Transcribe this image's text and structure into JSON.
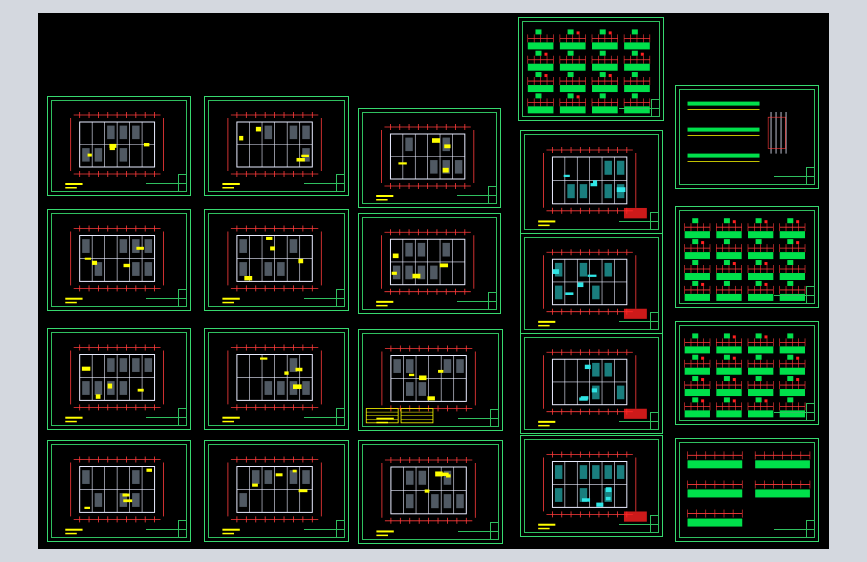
{
  "window": {
    "background": "#d4d8df",
    "canvas_background": "#000000"
  },
  "colors": {
    "frame": "#37d96f",
    "wall": "#e9ecff",
    "dimension": "#ff3b3b",
    "room_fill": "#9fb1c6",
    "highlight": "#ffff00",
    "pipe": "#00e04b",
    "cyan": "#2fe6e6",
    "accent_red": "#ff2020",
    "accent_blue": "#2a3cff"
  },
  "sheets": [
    {
      "id": "s1",
      "kind": "floor-plan"
    },
    {
      "id": "s2",
      "kind": "floor-plan"
    },
    {
      "id": "s3",
      "kind": "floor-plan"
    },
    {
      "id": "s4",
      "kind": "floor-plan"
    },
    {
      "id": "s5",
      "kind": "floor-plan"
    },
    {
      "id": "s6",
      "kind": "floor-plan"
    },
    {
      "id": "s7",
      "kind": "floor-plan"
    },
    {
      "id": "s8",
      "kind": "floor-plan"
    },
    {
      "id": "s9",
      "kind": "floor-plan-legend"
    },
    {
      "id": "s10",
      "kind": "floor-plan"
    },
    {
      "id": "s11",
      "kind": "floor-plan"
    },
    {
      "id": "s12",
      "kind": "floor-plan"
    },
    {
      "id": "s13",
      "kind": "system-diagram"
    },
    {
      "id": "s14",
      "kind": "floor-plan-cyan"
    },
    {
      "id": "s15",
      "kind": "floor-plan-cyan"
    },
    {
      "id": "s16",
      "kind": "floor-plan-cyan"
    },
    {
      "id": "s17",
      "kind": "floor-plan-cyan"
    },
    {
      "id": "s18",
      "kind": "system-diagram"
    },
    {
      "id": "s19",
      "kind": "system-diagram"
    },
    {
      "id": "s20",
      "kind": "system-diagram"
    },
    {
      "id": "s21",
      "kind": "system-diagram"
    }
  ]
}
